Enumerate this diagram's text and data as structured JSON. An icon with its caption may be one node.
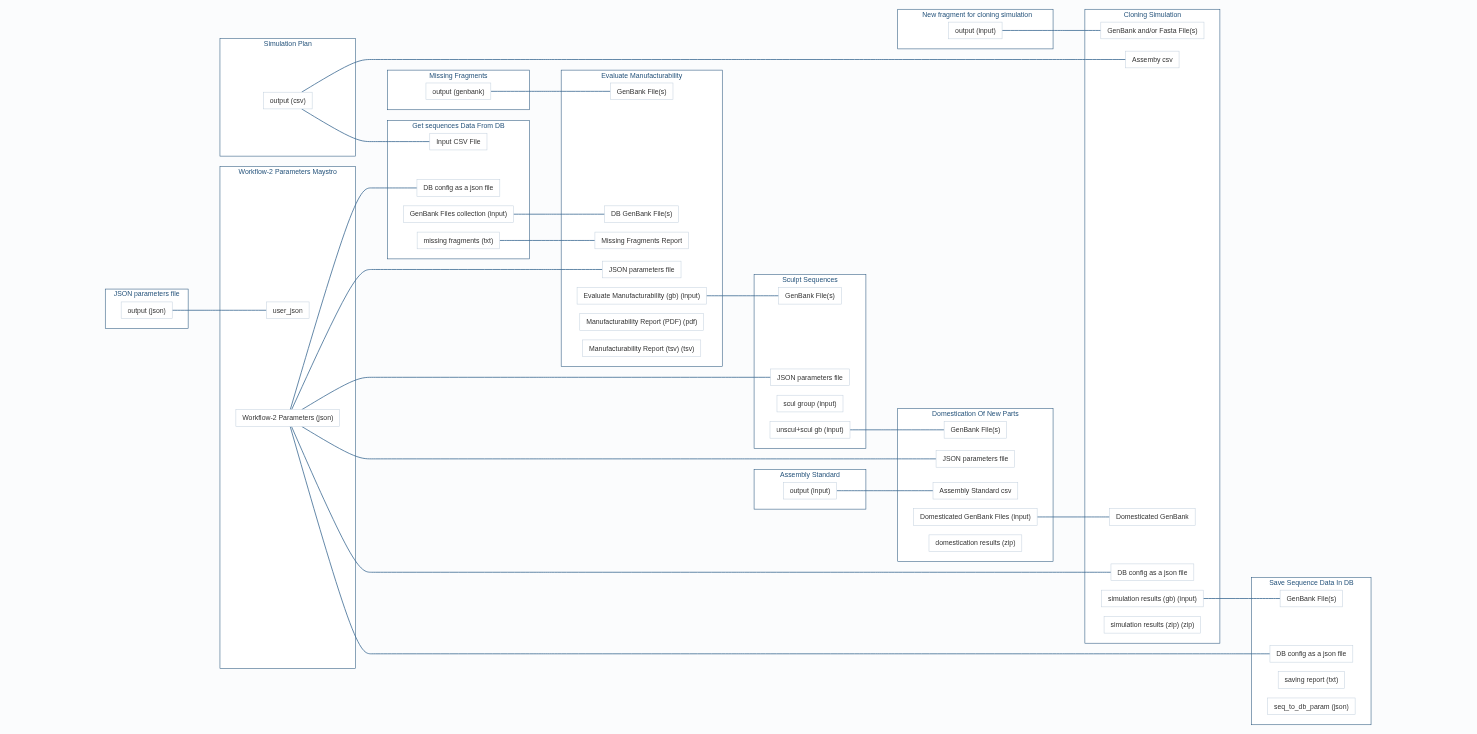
{
  "diagram": {
    "nodes": [
      {
        "text": [
          "Missing Fragments"
        ]
      },
      {
        "text": [
          "output (genbank)"
        ],
        "in": 0
      },
      {
        "text": [
          "Get sequences Data From DB"
        ]
      },
      {
        "text": [
          "Input CSV File"
        ],
        "in": 2
      },
      {
        "text": [
          "DB config as a json file"
        ],
        "in": 2
      },
      {
        "text": [
          "GenBank Files collection (input)"
        ],
        "in": 2
      },
      {
        "text": [
          "missing fragments (txt)"
        ],
        "in": 2
      },
      {
        "text": [
          "Evaluate Manufacturability"
        ]
      },
      {
        "text": [
          "GenBank File(s)"
        ],
        "in": 7
      },
      {
        "text": [
          "DB GenBank File(s)"
        ],
        "in": 7
      },
      {
        "text": [
          "Missing Fragments Report"
        ],
        "in": 7
      },
      {
        "text": [
          "JSON parameters file"
        ],
        "in": 7
      },
      {
        "text": [
          "Evaluate Manufacturability (gb) (input)"
        ],
        "in": 7
      },
      {
        "text": [
          "Manufacturability Report (PDF) (pdf)"
        ],
        "in": 7
      },
      {
        "text": [
          "Manufacturability Report (tsv) (tsv)"
        ],
        "in": 7
      },
      {
        "text": [
          "Sculpt Sequences"
        ]
      },
      {
        "text": [
          "GenBank File(s)"
        ],
        "in": 15
      },
      {
        "text": [
          "JSON parameters file"
        ],
        "in": 15
      },
      {
        "text": [
          "scul group (input)"
        ],
        "in": 15
      },
      {
        "text": [
          "unscul+scul gb (input)"
        ],
        "in": 15
      },
      {
        "text": [
          "New fragment for cloning simulation"
        ]
      },
      {
        "text": [
          "output (input)"
        ],
        "in": 20
      },
      {
        "text": [
          "Domestication Of New Parts"
        ]
      },
      {
        "text": [
          "GenBank File(s)"
        ],
        "in": 22
      },
      {
        "text": [
          "JSON parameters file"
        ],
        "in": 22
      },
      {
        "text": [
          "Assembly Standard csv"
        ],
        "in": 22
      },
      {
        "text": [
          "Domesticated GenBank Files (input)"
        ],
        "in": 22
      },
      {
        "text": [
          "domestication results (zip)"
        ],
        "in": 22
      },
      {
        "text": [
          "Assembly Standard"
        ]
      },
      {
        "text": [
          "output (input)"
        ],
        "in": 28
      },
      {
        "text": [
          "Simulation Plan"
        ]
      },
      {
        "text": [
          "output (csv)"
        ],
        "in": 30
      },
      {
        "text": [
          "Cloning Simulation"
        ]
      },
      {
        "text": [
          "GenBank and/or Fasta File(s)"
        ],
        "in": 32
      },
      {
        "text": [
          "Assemby csv"
        ],
        "in": 32
      },
      {
        "text": [
          "Domesticated GenBank"
        ],
        "in": 32
      },
      {
        "text": [
          "DB config as a json file"
        ],
        "in": 32
      },
      {
        "text": [
          "simulation results (gb) (input)"
        ],
        "in": 32
      },
      {
        "text": [
          "simulation results (zip) (zip)"
        ],
        "in": 32
      },
      {
        "text": [
          "JSON parameters file"
        ]
      },
      {
        "text": [
          "output (json)"
        ],
        "in": 39
      },
      {
        "text": [
          "Workflow-2 Parameters Maystro"
        ]
      },
      {
        "text": [
          "user_json"
        ],
        "in": 41
      },
      {
        "text": [
          "Workflow-2 Parameters (json)"
        ],
        "in": 41
      },
      {
        "text": [
          "Save Sequence Data In DB"
        ]
      },
      {
        "text": [
          "GenBank File(s)"
        ],
        "in": 44
      },
      {
        "text": [
          "DB config as a json file"
        ],
        "in": 44
      },
      {
        "text": [
          "saving report (txt)"
        ],
        "in": 44
      },
      {
        "text": [
          "seq_to_db_param (json)"
        ],
        "in": 44
      }
    ],
    "edges": [
      {
        "from": 1,
        "to": 8,
        "arrow": "none"
      },
      {
        "from": 5,
        "to": 9,
        "arrow": "none"
      },
      {
        "from": 6,
        "to": 10,
        "arrow": "none"
      },
      {
        "from": 12,
        "to": 16,
        "arrow": "none"
      },
      {
        "from": 19,
        "to": 23,
        "arrow": "none"
      },
      {
        "from": 29,
        "to": 25,
        "arrow": "none"
      },
      {
        "from": 31,
        "to": 3,
        "arrow": "none"
      },
      {
        "from": 31,
        "to": 34,
        "arrow": "none"
      },
      {
        "from": 21,
        "to": 33,
        "arrow": "none"
      },
      {
        "from": 26,
        "to": 35,
        "arrow": "none"
      },
      {
        "from": 40,
        "to": 42,
        "arrow": "none"
      },
      {
        "from": 37,
        "to": 45,
        "arrow": "none"
      },
      {
        "from": 43,
        "to": 4,
        "arrow": "none"
      },
      {
        "from": 43,
        "to": 11,
        "arrow": "none"
      },
      {
        "from": 43,
        "to": 17,
        "arrow": "none"
      },
      {
        "from": 43,
        "to": 24,
        "arrow": "none"
      },
      {
        "from": 43,
        "to": 36,
        "arrow": "none"
      },
      {
        "from": 43,
        "to": 46,
        "arrow": "none"
      }
    ]
  }
}
